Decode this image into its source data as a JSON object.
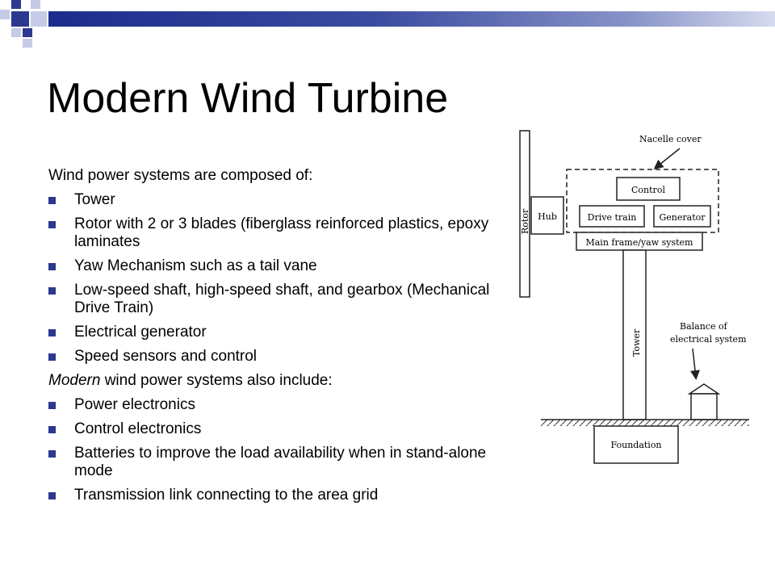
{
  "title": "Modern Wind Turbine",
  "intro": "Wind power systems are composed of:",
  "components": [
    "Tower",
    "Rotor with 2 or 3 blades (fiberglass reinforced plastics, epoxy laminates",
    "Yaw Mechanism such as a tail vane",
    "Low-speed shaft, high-speed shaft, and gearbox (Mechanical Drive Train)",
    "Electrical generator",
    "Speed sensors and control"
  ],
  "modern_intro": {
    "emphasis": "Modern",
    "rest": " wind power systems also include:"
  },
  "modern_components": [
    "Power electronics",
    "Control electronics",
    "Batteries to improve the load availability when in stand-alone mode",
    "Transmission link connecting to the area grid"
  ],
  "diagram": {
    "rotor": "Rotor",
    "hub": "Hub",
    "nacelle_cover": "Nacelle cover",
    "control": "Control",
    "drive_train": "Drive train",
    "generator": "Generator",
    "main_frame": "Main frame/yaw system",
    "tower": "Tower",
    "balance_line1": "Balance of",
    "balance_line2": "electrical system",
    "foundation": "Foundation"
  },
  "colors": {
    "accent_blue": "#2b3990",
    "deco_light": "#c5cbe6"
  }
}
